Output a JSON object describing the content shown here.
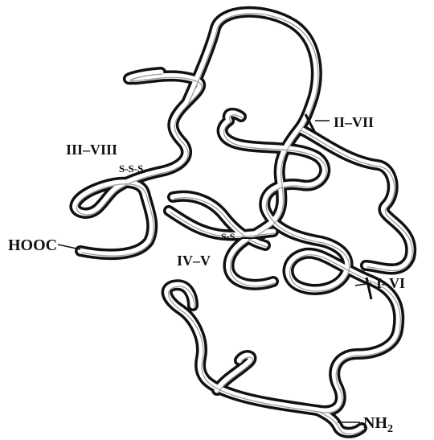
{
  "labels": {
    "hooc": "HOOC",
    "nh2_base": "NH",
    "nh2_sub": "2",
    "bond_2_7": "II–VII",
    "bond_3_8": "III–VIII",
    "bond_4_5": "IV–V",
    "bond_1_6": "I–VI",
    "ss_3_8": "S-S-S",
    "ss_4_5": "S-S"
  },
  "colors": {
    "ink": "#111111",
    "ribbon_fill": "#ffffff",
    "background": "#ffffff"
  }
}
